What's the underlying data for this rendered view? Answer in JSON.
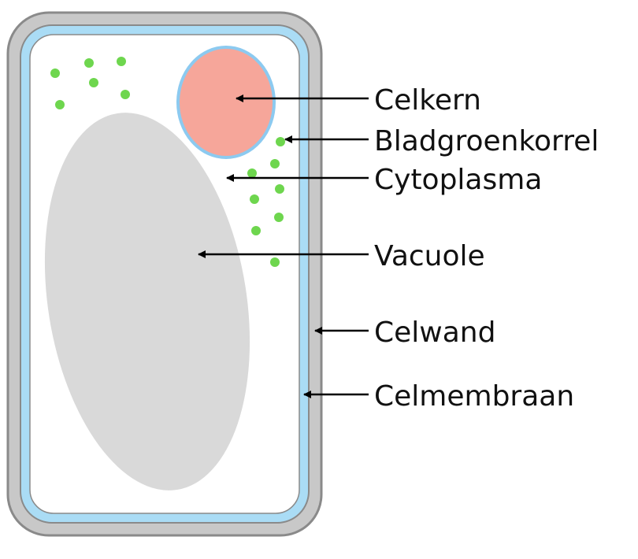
{
  "labels": {
    "nucleus": "Celkern",
    "chloroplast": "Bladgroenkorrel",
    "cytoplasm": "Cytoplasma",
    "vacuole": "Vacuole",
    "cell_wall": "Celwand",
    "cell_membrane": "Celmembraan"
  },
  "colors": {
    "cell_wall": "#c8c8c8",
    "cell_wall_outline": "#8a8a8a",
    "cell_membrane": "#aadcf5",
    "cytoplasm": "#ffffff",
    "nucleus_fill": "#f6a69a",
    "nucleus_outline": "#8ccaf0",
    "vacuole": "#d9d9d9",
    "chloroplast": "#6ed64e",
    "arrow": "#000000"
  }
}
